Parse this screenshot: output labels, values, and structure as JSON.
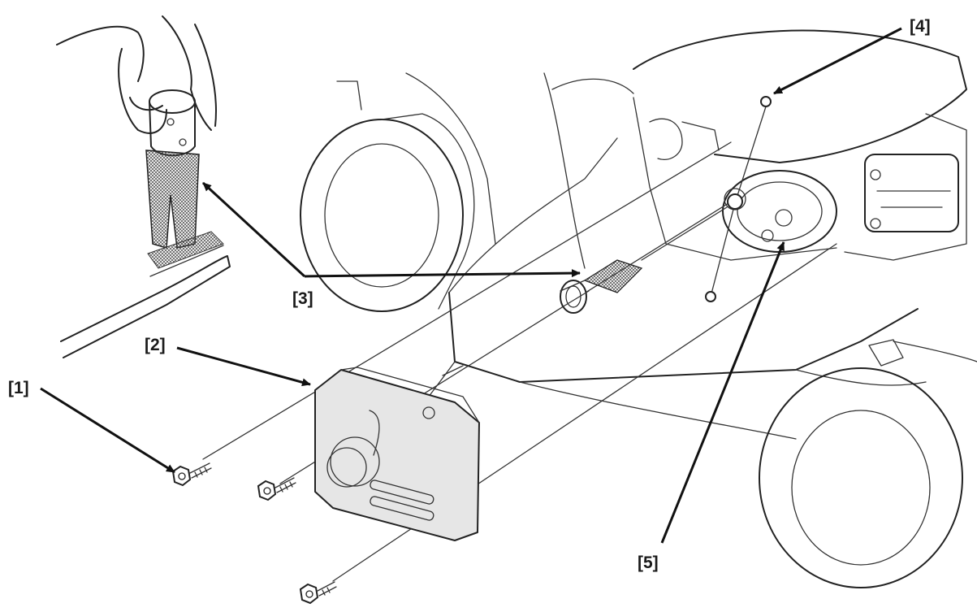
{
  "callouts": {
    "c1": "[1]",
    "c2": "[2]",
    "c3": "[3]",
    "c4": "[4]",
    "c5": "[5]"
  },
  "colors": {
    "line": "#222222",
    "cover_fill": "#e6e6e6",
    "background": "#ffffff"
  },
  "icons": {
    "bolt": "hex-head-bolt-icon",
    "hand": "hand-icon",
    "brush": "cleaning-brush-icon",
    "screen": "spark-arrester-screen-icon"
  }
}
